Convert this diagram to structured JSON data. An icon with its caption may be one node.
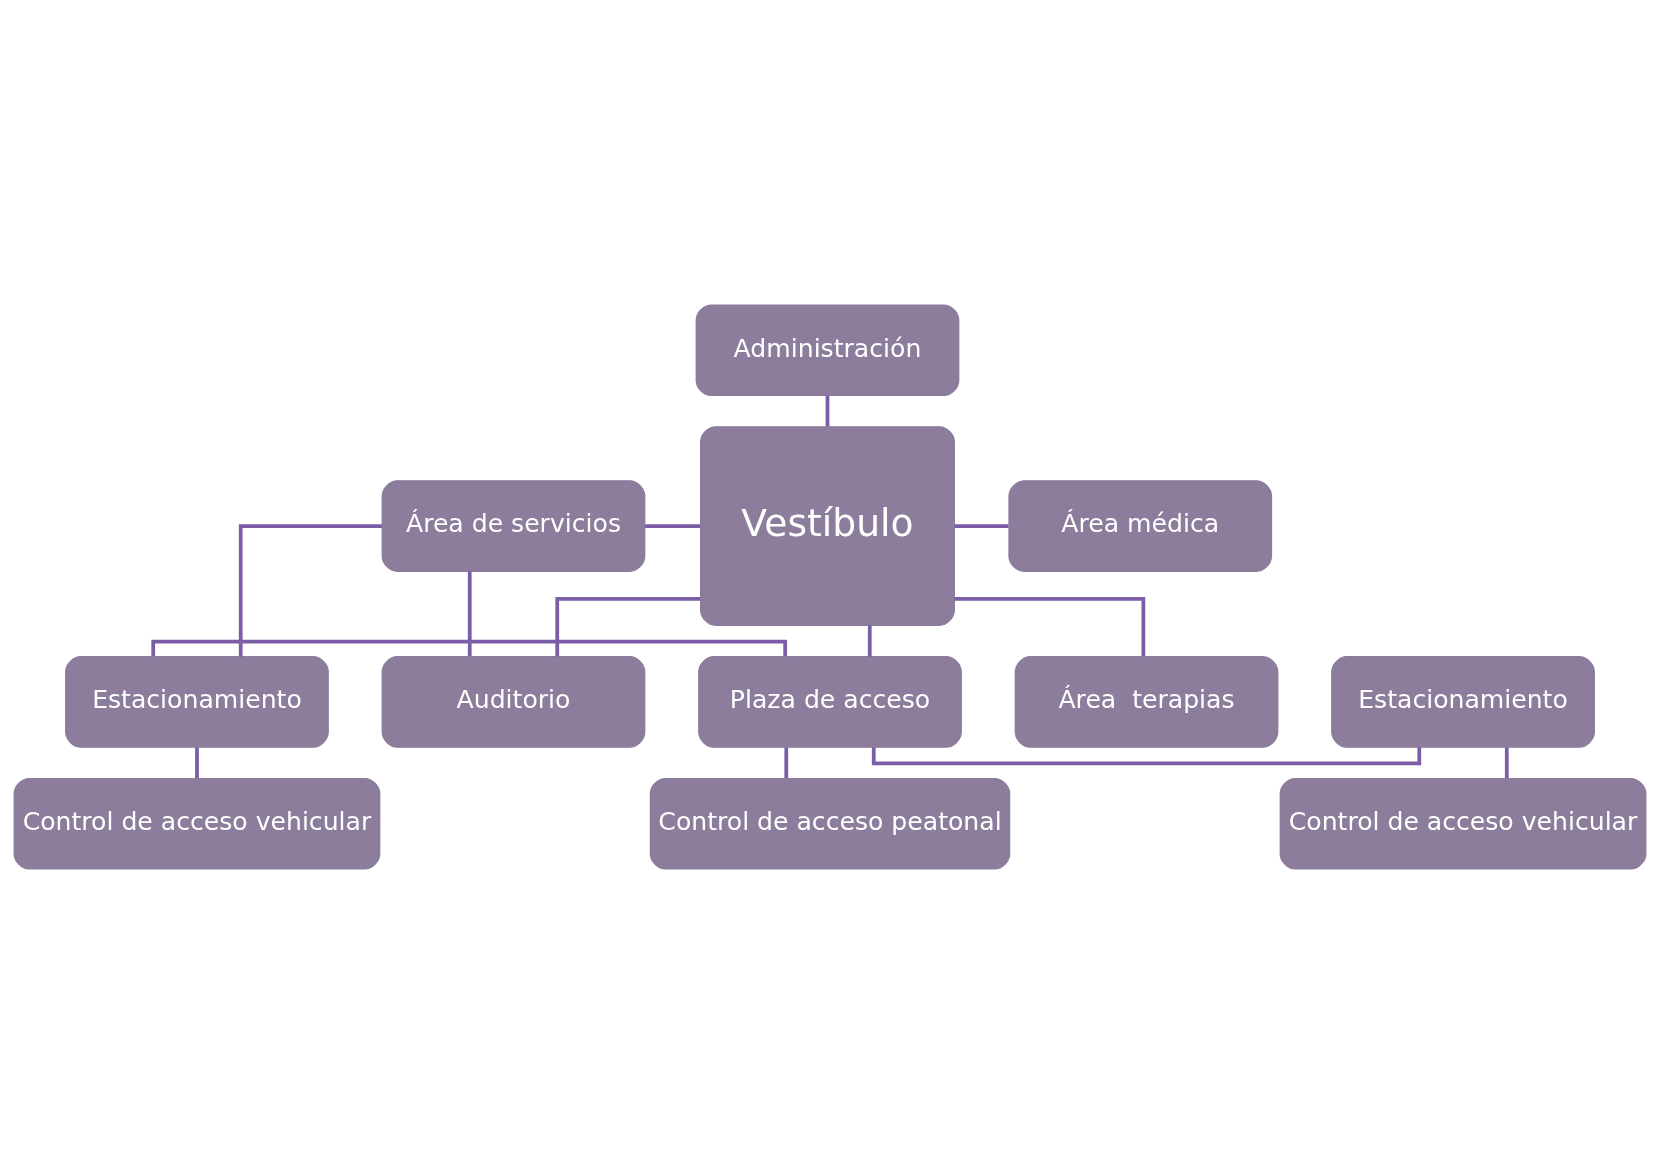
{
  "diagram": {
    "nodes": [
      {
        "text": [
          "Administración"
        ]
      },
      {
        "text": [
          "Área de servicios"
        ]
      },
      {
        "text": [
          "Vestíbulo"
        ]
      },
      {
        "text": [
          "Área médica"
        ]
      },
      {
        "text": [
          "Auditorio"
        ]
      },
      {
        "text": [
          "Área  terapias"
        ]
      },
      {
        "text": [
          "Estacionamiento"
        ]
      },
      {
        "text": [
          "Plaza de acceso"
        ]
      },
      {
        "text": [
          "Estacionamiento"
        ]
      },
      {
        "text": [
          "Control de acceso vehicular"
        ]
      },
      {
        "text": [
          "Control de acceso peatonal"
        ]
      },
      {
        "text": [
          "Control de acceso vehicular"
        ]
      }
    ],
    "edges": [
      {
        "from": 0,
        "to": 2,
        "arrow": "none"
      },
      {
        "from": 1,
        "to": 2,
        "arrow": "none"
      },
      {
        "from": 4,
        "to": 2,
        "arrow": "none"
      },
      {
        "from": 2,
        "to": 3,
        "arrow": "none"
      },
      {
        "from": 2,
        "to": 5,
        "arrow": "none"
      },
      {
        "from": 1,
        "to": 4,
        "arrow": "none"
      },
      {
        "from": 1,
        "to": 6,
        "arrow": "none"
      },
      {
        "from": 2,
        "to": 7,
        "arrow": "none"
      },
      {
        "from": 6,
        "to": 7,
        "arrow": "none"
      },
      {
        "from": 7,
        "to": 8,
        "arrow": "none"
      },
      {
        "from": 6,
        "to": 9,
        "arrow": "none"
      },
      {
        "from": 7,
        "to": 10,
        "arrow": "none"
      },
      {
        "from": 8,
        "to": 11,
        "arrow": "none"
      }
    ]
  }
}
